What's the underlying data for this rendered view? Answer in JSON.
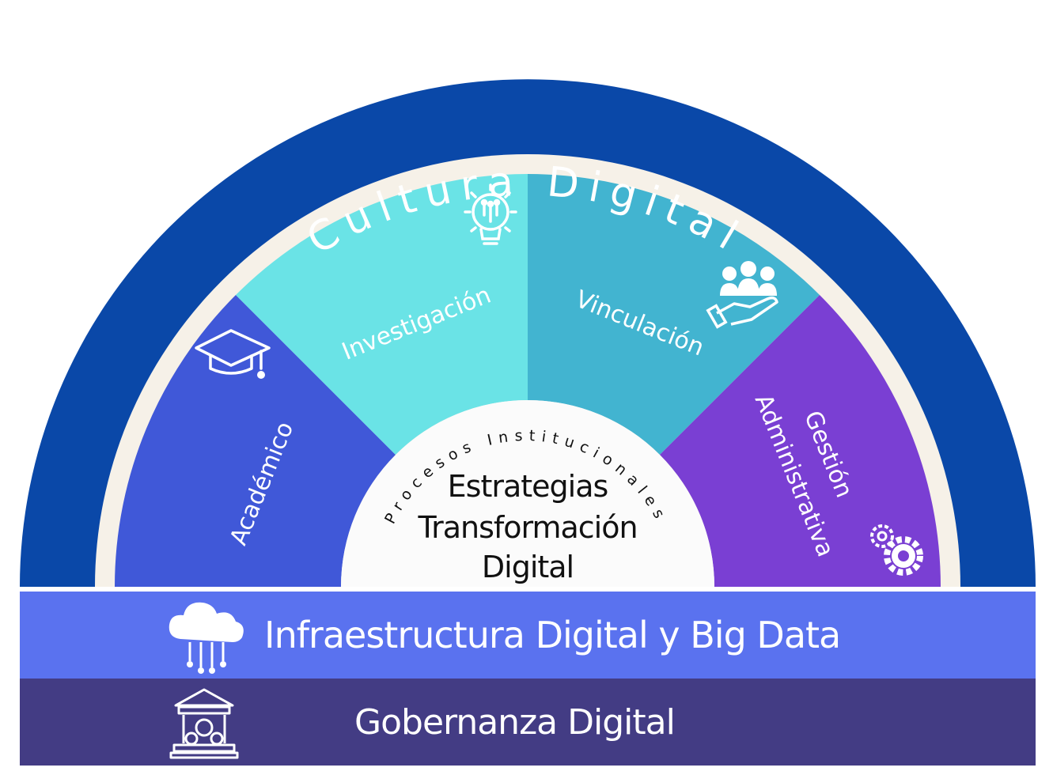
{
  "outer_ring": {
    "label": "Cultura Digital",
    "color": "#0a48a8"
  },
  "pillars": [
    {
      "id": "academico",
      "label": "Académico",
      "icon": "graduation-cap-icon",
      "color": "#4058d8"
    },
    {
      "id": "investigacion",
      "label": "Investigación",
      "icon": "lightbulb-icon",
      "color": "#6ae3e6"
    },
    {
      "id": "vinculacion",
      "label": "Vinculación",
      "icon": "community-hand-icon",
      "color": "#42b4d0"
    },
    {
      "id": "gestion",
      "label_line1": "Gestión",
      "label_line2": "Administrativa",
      "icon": "gears-icon",
      "color": "#7a3fd3"
    }
  ],
  "center": {
    "arc_label": "Procesos Institucionales",
    "line1": "Estrategias",
    "line2": "Transformación",
    "line3": "Digital"
  },
  "bands": [
    {
      "id": "infraestructura",
      "label": "Infraestructura Digital y Big Data",
      "icon": "cloud-network-icon",
      "color": "#5a72ef"
    },
    {
      "id": "gobernanza",
      "label": "Gobernanza Digital",
      "icon": "government-building-icon",
      "color": "#433c84"
    }
  ]
}
